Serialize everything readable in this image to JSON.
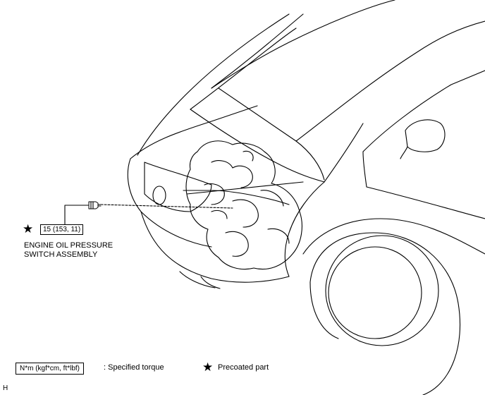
{
  "diagram": {
    "component_label_line1": "ENGINE OIL PRESSURE",
    "component_label_line2": "SWITCH ASSEMBLY",
    "torque_value": "15 (153, 11)"
  },
  "legend": {
    "torque_unit_box": "N*m (kgf*cm, ft*lbf)",
    "torque_desc": ": Specified torque",
    "precoated_desc": "Precoated part"
  },
  "corner_mark": "H",
  "icons": {
    "precoat_symbol": "star-icon"
  },
  "colors": {
    "line": "#000000",
    "background": "#ffffff"
  }
}
